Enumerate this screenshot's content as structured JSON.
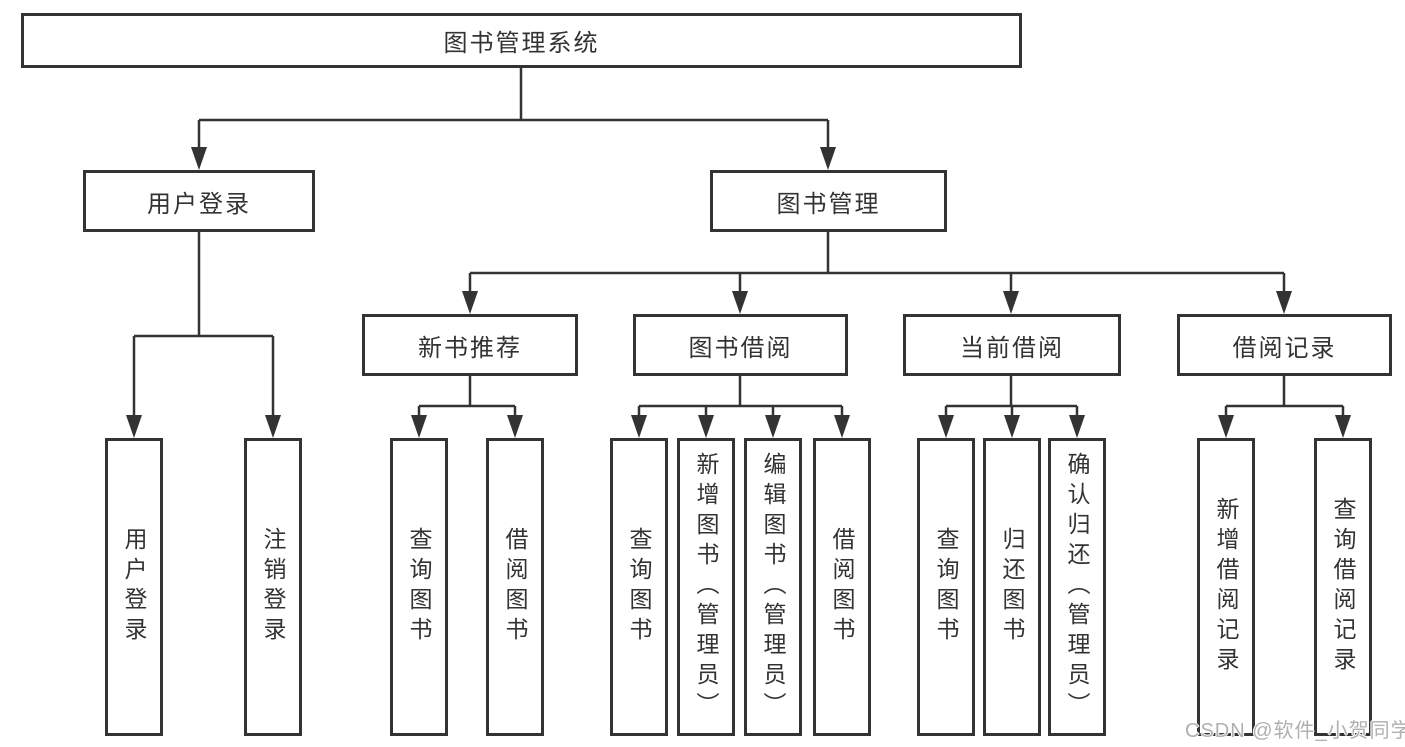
{
  "colors": {
    "line": "#333333",
    "box_border": "#333333",
    "text": "#333333",
    "background": "#ffffff",
    "watermark_text": "#b0b0b0"
  },
  "diagram": {
    "type": "hierarchy-tree",
    "root": {
      "label": "图书管理系统"
    },
    "level2": [
      {
        "label": "用户登录"
      },
      {
        "label": "图书管理"
      }
    ],
    "level3": [
      {
        "label": "新书推荐",
        "parent": "图书管理"
      },
      {
        "label": "图书借阅",
        "parent": "图书管理"
      },
      {
        "label": "当前借阅",
        "parent": "图书管理"
      },
      {
        "label": "借阅记录",
        "parent": "图书管理"
      }
    ],
    "leaves": [
      {
        "label": "用户登录",
        "parent": "用户登录"
      },
      {
        "label": "注销登录",
        "parent": "用户登录"
      },
      {
        "label": "查询图书",
        "parent": "新书推荐"
      },
      {
        "label": "借阅图书",
        "parent": "新书推荐"
      },
      {
        "label": "查询图书",
        "parent": "图书借阅"
      },
      {
        "label": "新增图书（管理员）",
        "parent": "图书借阅"
      },
      {
        "label": "编辑图书（管理员）",
        "parent": "图书借阅"
      },
      {
        "label": "借阅图书",
        "parent": "图书借阅"
      },
      {
        "label": "查询图书",
        "parent": "当前借阅"
      },
      {
        "label": "归还图书",
        "parent": "当前借阅"
      },
      {
        "label": "确认归还（管理员）",
        "parent": "当前借阅"
      },
      {
        "label": "新增借阅记录",
        "parent": "借阅记录"
      },
      {
        "label": "查询借阅记录",
        "parent": "借阅记录"
      }
    ]
  },
  "watermark": {
    "text": "CSDN @软件_小贺同学"
  }
}
